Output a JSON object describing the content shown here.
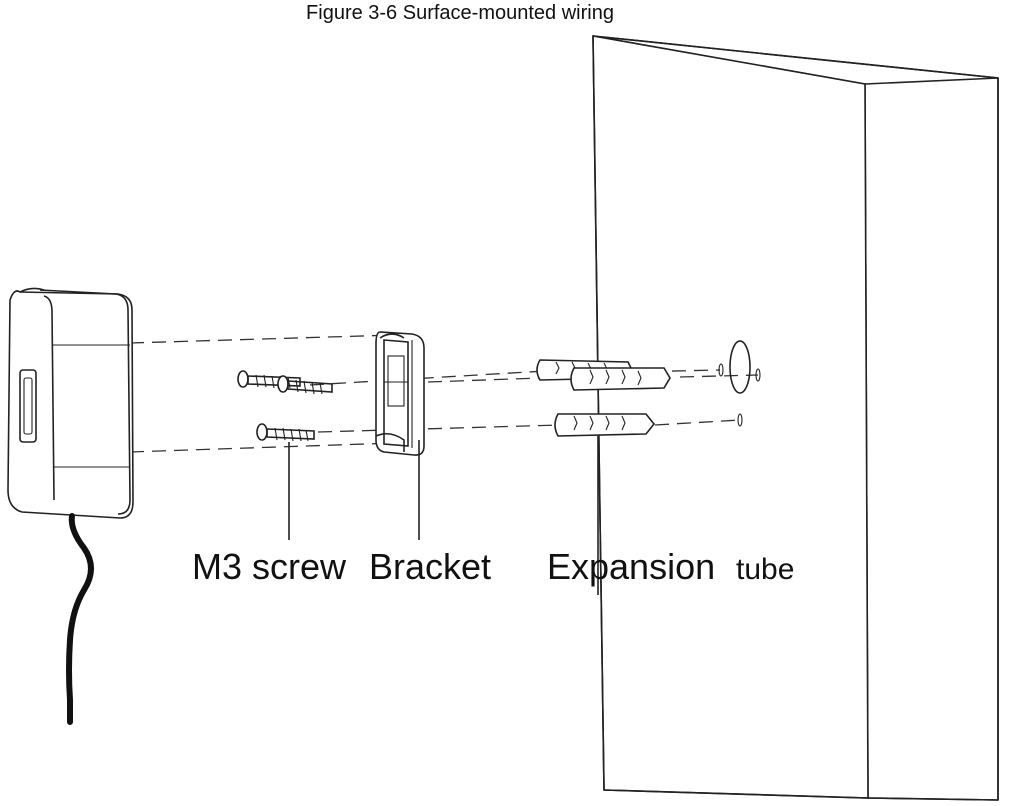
{
  "figure": {
    "caption": "Figure 3-6 Surface-mounted wiring"
  },
  "labels": {
    "m3_screw": "M3 screw",
    "bracket": "Bracket",
    "expansion": "Expansion",
    "tube": "tube"
  }
}
